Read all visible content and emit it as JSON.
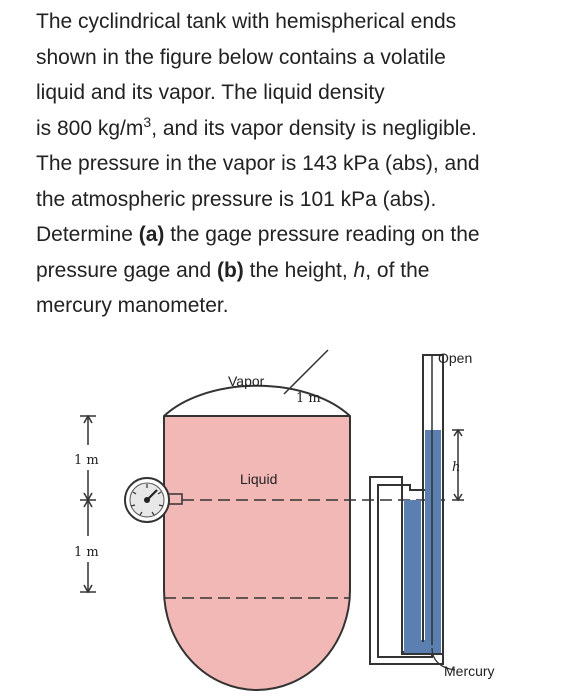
{
  "problem": {
    "line1": "The cyclindrical tank with hemispherical ends",
    "line2": "shown in the figure below contains a volatile",
    "line3": "liquid and its vapor. The liquid density",
    "line4_a": "is 800 kg/m",
    "line4_sup": "3",
    "line4_b": ", and its vapor density is negligible.",
    "line5": "The pressure in the vapor is 143 kPa (abs), and",
    "line6": "the atmospheric pressure is 101 kPa (abs).",
    "line7_a": "Determine ",
    "line7_b": "(a)",
    "line7_c": " the gage pressure reading on the",
    "line8_a": "pressure gage and ",
    "line8_b": "(b)",
    "line8_c": " the height, ",
    "line8_d": "h",
    "line8_e": ", of the",
    "line9": "mercury manometer."
  },
  "figure": {
    "vapor_label": "Vapor",
    "liquid_label": "Liquid",
    "radius_label": "1 m",
    "dim_upper": "1 m",
    "dim_lower": "1 m",
    "open_label": "Open",
    "h_label": "h",
    "mercury_label": "Mercury",
    "liquid_color": "#f2b8b6",
    "mercury_color": "#5a7fb0",
    "outline_color": "#333333"
  }
}
